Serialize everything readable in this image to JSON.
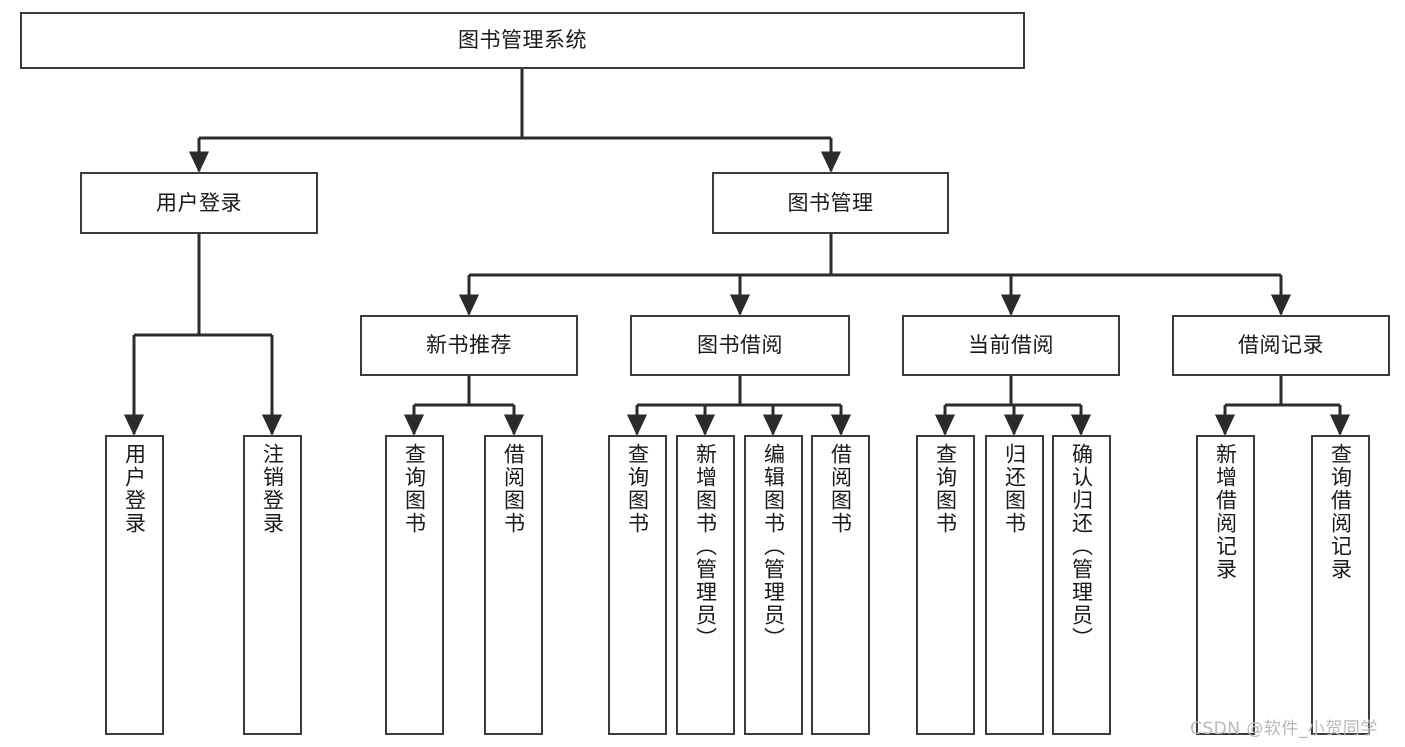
{
  "diagram": {
    "type": "tree",
    "title": "图书管理系统",
    "orientation": "top-down",
    "colors": {
      "box_border": "#3b3b3b",
      "box_fill": "#ffffff",
      "edge": "#2b2b2b",
      "text": "#1a1a1a",
      "watermark": "#b9b9b9",
      "background": "#ffffff"
    },
    "levels": {
      "root": "图书管理系统",
      "level2": [
        "用户登录",
        "图书管理"
      ],
      "level3": [
        "新书推荐",
        "图书借阅",
        "当前借阅",
        "借阅记录"
      ]
    }
  },
  "nodes": {
    "root": {
      "label": "图书管理系统"
    },
    "user_login": {
      "label": "用户登录"
    },
    "book_mgmt": {
      "label": "图书管理"
    },
    "new_book_rec": {
      "label": "新书推荐"
    },
    "book_borrow": {
      "label": "图书借阅"
    },
    "current_borrow": {
      "label": "当前借阅"
    },
    "borrow_record": {
      "label": "借阅记录"
    },
    "leaf_user_login": {
      "label": "用户登录"
    },
    "leaf_logout": {
      "label": "注销登录"
    },
    "leaf_query_book_a": {
      "label": "查询图书"
    },
    "leaf_borrow_book_a": {
      "label": "借阅图书"
    },
    "leaf_query_book_b": {
      "label": "查询图书"
    },
    "leaf_add_book": {
      "label": "新增图书（管理员）"
    },
    "leaf_edit_book": {
      "label": "编辑图书（管理员）"
    },
    "leaf_borrow_book_b": {
      "label": "借阅图书"
    },
    "leaf_query_book_c": {
      "label": "查询图书"
    },
    "leaf_return_book": {
      "label": "归还图书"
    },
    "leaf_confirm_return": {
      "label": "确认归还（管理员）"
    },
    "leaf_add_record": {
      "label": "新增借阅记录"
    },
    "leaf_query_record": {
      "label": "查询借阅记录"
    }
  },
  "edges": [
    {
      "from": "root",
      "to": "user_login"
    },
    {
      "from": "root",
      "to": "book_mgmt"
    },
    {
      "from": "user_login",
      "to": "leaf_user_login"
    },
    {
      "from": "user_login",
      "to": "leaf_logout"
    },
    {
      "from": "book_mgmt",
      "to": "new_book_rec"
    },
    {
      "from": "book_mgmt",
      "to": "book_borrow"
    },
    {
      "from": "book_mgmt",
      "to": "current_borrow"
    },
    {
      "from": "book_mgmt",
      "to": "borrow_record"
    },
    {
      "from": "new_book_rec",
      "to": "leaf_query_book_a"
    },
    {
      "from": "new_book_rec",
      "to": "leaf_borrow_book_a"
    },
    {
      "from": "book_borrow",
      "to": "leaf_query_book_b"
    },
    {
      "from": "book_borrow",
      "to": "leaf_add_book"
    },
    {
      "from": "book_borrow",
      "to": "leaf_edit_book"
    },
    {
      "from": "book_borrow",
      "to": "leaf_borrow_book_b"
    },
    {
      "from": "current_borrow",
      "to": "leaf_query_book_c"
    },
    {
      "from": "current_borrow",
      "to": "leaf_return_book"
    },
    {
      "from": "current_borrow",
      "to": "leaf_confirm_return"
    },
    {
      "from": "borrow_record",
      "to": "leaf_add_record"
    },
    {
      "from": "borrow_record",
      "to": "leaf_query_record"
    }
  ],
  "watermark": {
    "text": "CSDN @软件_小贺同学"
  }
}
